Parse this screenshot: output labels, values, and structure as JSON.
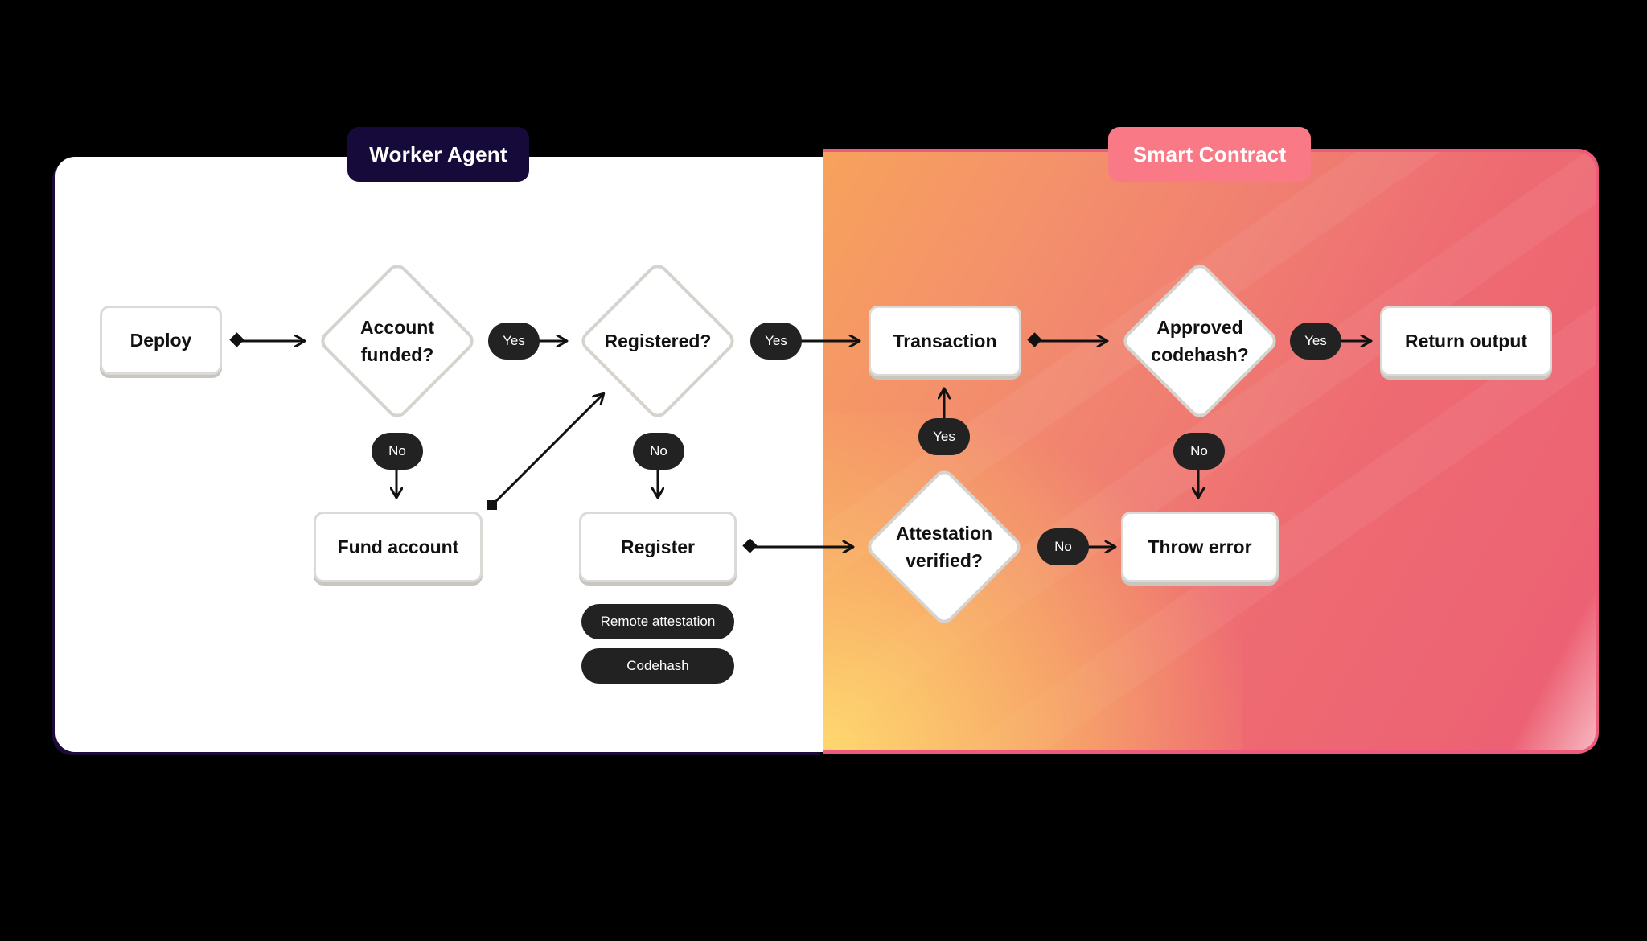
{
  "sections": {
    "worker_agent": "Worker Agent",
    "smart_contract": "Smart Contract"
  },
  "nodes": {
    "deploy": "Deploy",
    "account_funded_l1": "Account",
    "account_funded_l2": "funded?",
    "registered": "Registered?",
    "transaction": "Transaction",
    "approved_codehash_l1": "Approved",
    "approved_codehash_l2": "codehash?",
    "return_output": "Return output",
    "fund_account": "Fund account",
    "register": "Register",
    "attestation_verified_l1": "Attestation",
    "attestation_verified_l2": "verified?",
    "throw_error": "Throw error"
  },
  "edge_labels": {
    "yes_registered": "Yes",
    "yes_transaction": "Yes",
    "yes_return": "Yes",
    "yes_attestation": "Yes",
    "no_fund": "No",
    "no_register": "No",
    "no_throw": "No",
    "no_attestation": "No"
  },
  "register_tags": {
    "remote_attestation": "Remote attestation",
    "codehash": "Codehash"
  },
  "colors": {
    "worker_label_bg": "#160a3a",
    "contract_label_bg": "#f97a86",
    "contract_border": "#ee5a7a",
    "pill_bg": "#222222"
  }
}
